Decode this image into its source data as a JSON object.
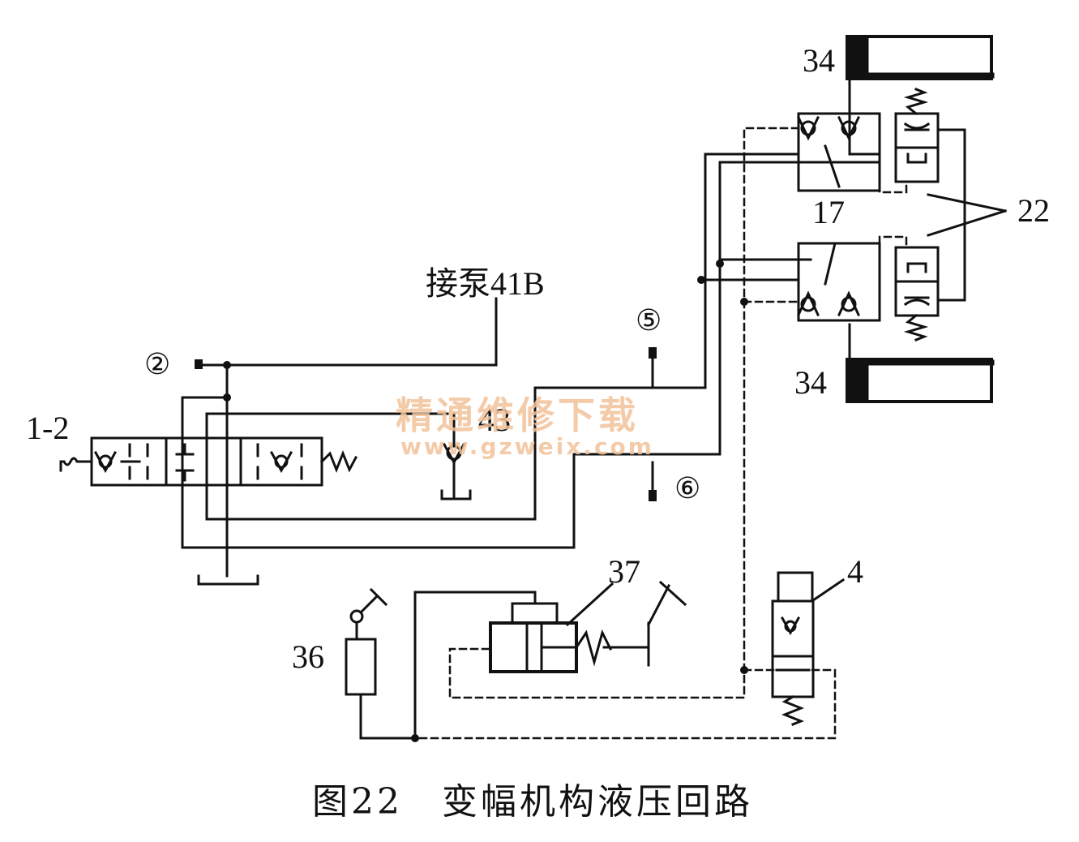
{
  "labels": {
    "pump": "接泵41B",
    "port2": "②",
    "port5": "⑤",
    "port6": "⑥",
    "valve_1_2": "1-2",
    "check_43": "43",
    "cyl_top": "34",
    "cyl_bottom": "34",
    "num_17": "17",
    "num_22": "22",
    "num_37": "37",
    "num_36": "36",
    "num_4": "4"
  },
  "watermark": {
    "line1": "精通维修下载",
    "line2": "www.gzweix.com"
  },
  "caption": "图22　变幅机构液压回路",
  "colors": {
    "line": "#111111",
    "watermark": "#f3c39a"
  }
}
